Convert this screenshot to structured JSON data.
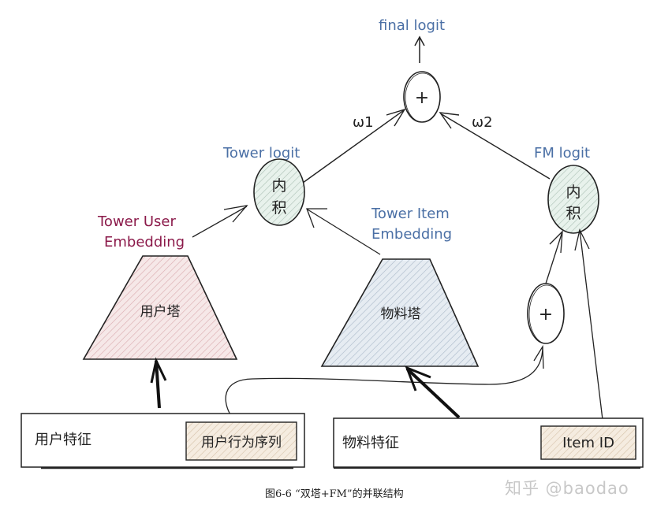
{
  "labels": {
    "final_logit": "final logit",
    "plus": "+",
    "w1": "ω1",
    "w2": "ω2",
    "tower_logit": "Tower logit",
    "fm_logit": "FM logit",
    "inner_product_line1": "内",
    "inner_product_line2": "积",
    "tower_user_embedding_line1": "Tower User",
    "tower_user_embedding_line2": "Embedding",
    "tower_item_embedding_line1": "Tower Item",
    "tower_item_embedding_line2": "Embedding",
    "user_tower": "用户塔",
    "item_tower": "物料塔",
    "user_features": "用户特征",
    "user_behavior_sequence": "用户行为序列",
    "item_features": "物料特征",
    "item_id": "Item ID"
  },
  "caption": "图6-6 “双塔+FM”的并联结构",
  "watermark": "知乎 @baodao",
  "colors": {
    "blue_text": "#4a6fa5",
    "maroon_text": "#8b1a4a",
    "user_tower_fill": "#f2dede",
    "item_tower_fill": "#dfe6ee",
    "inner_product_fill": "#e3efe9",
    "feature_tag_fill": "#f3e6d6"
  }
}
